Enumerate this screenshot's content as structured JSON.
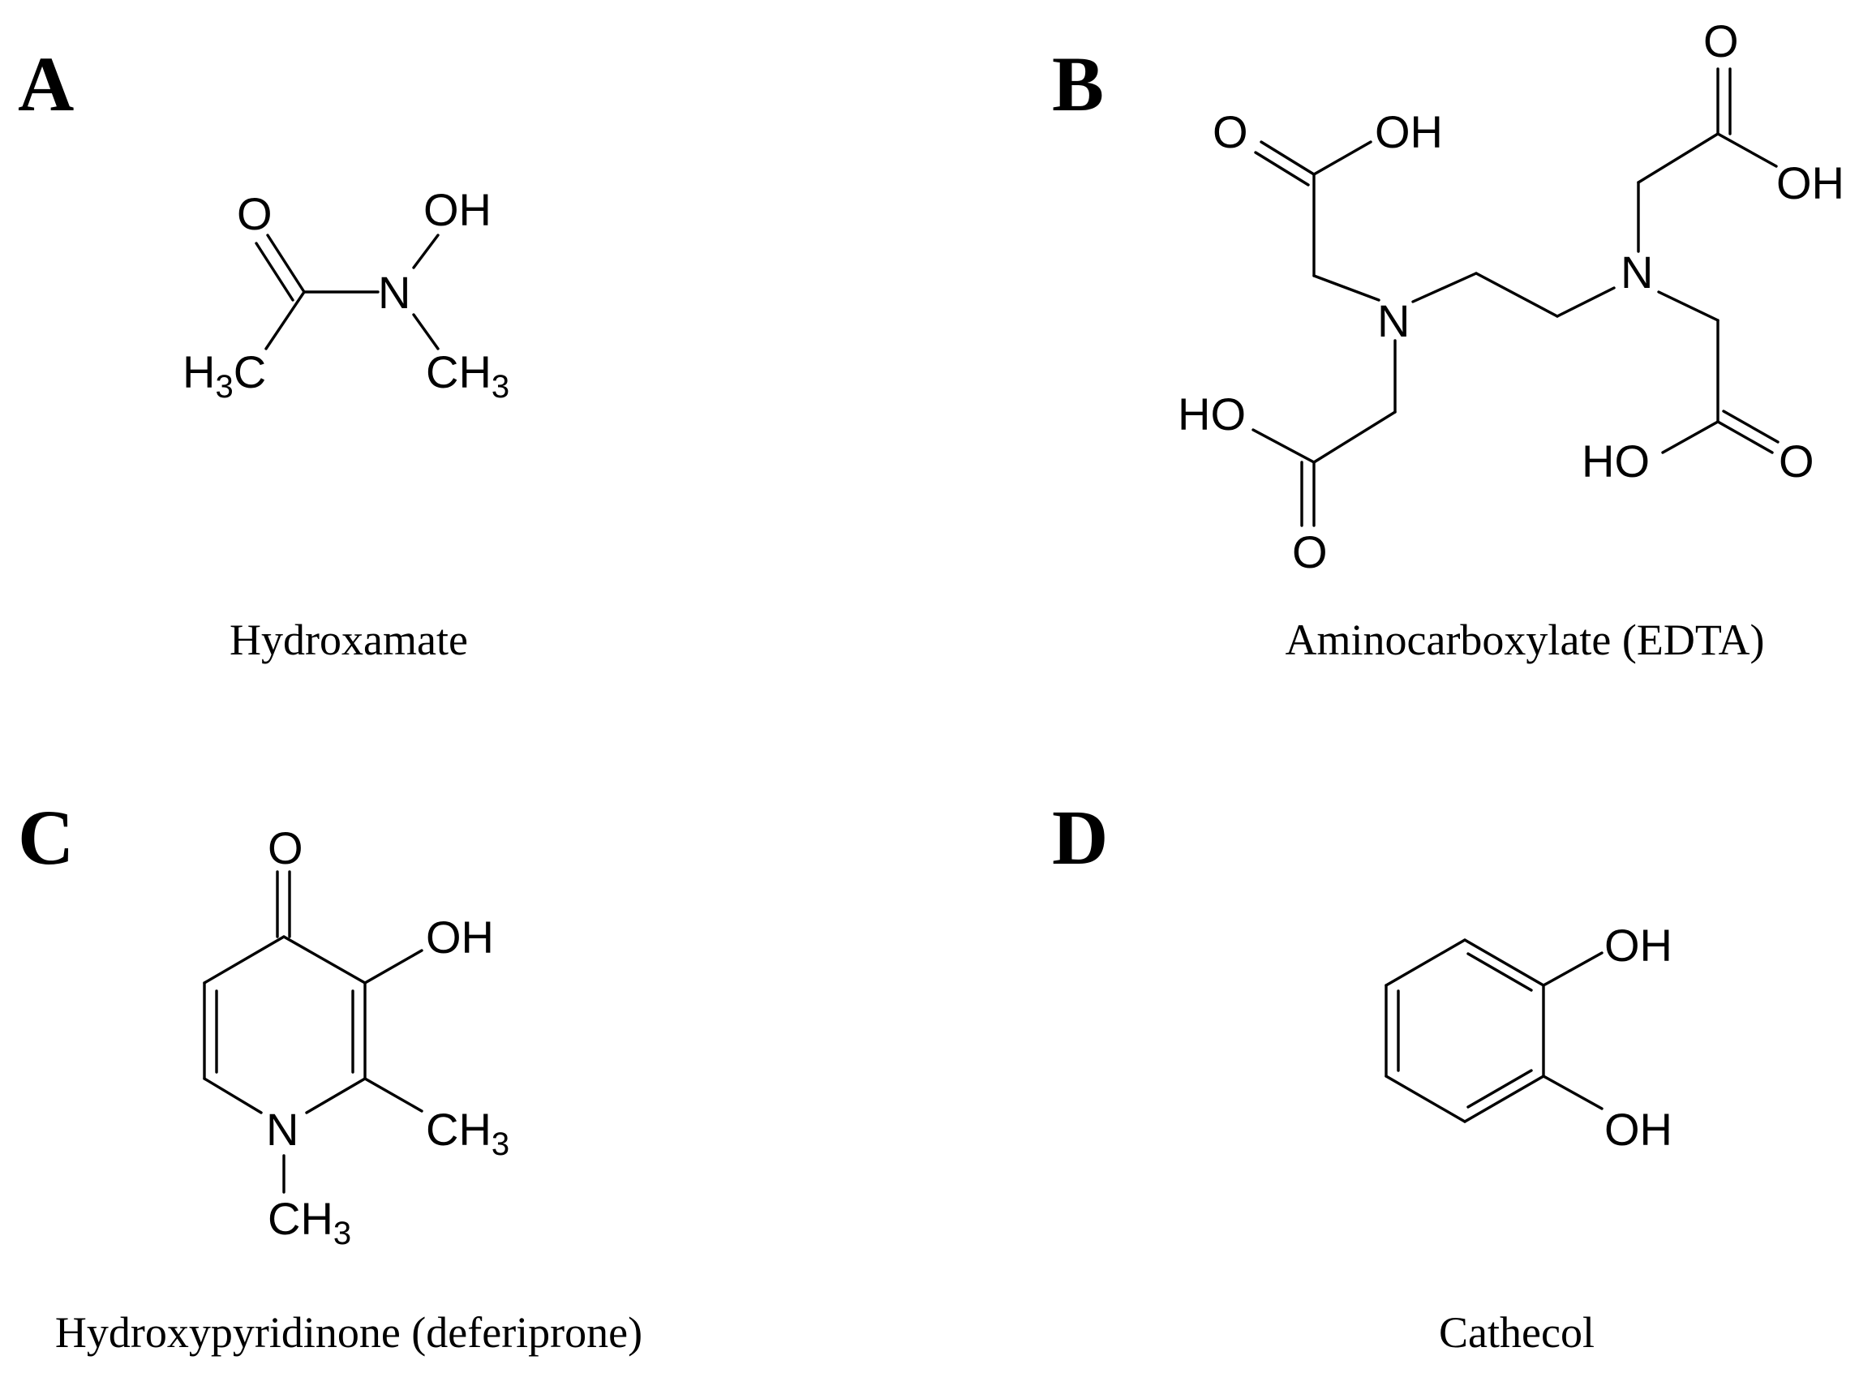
{
  "panels": {
    "a": {
      "letter": "A",
      "caption": "Hydroxamate"
    },
    "b": {
      "letter": "B",
      "caption": "Aminocarboxylate (EDTA)"
    },
    "c": {
      "letter": "C",
      "caption": "Hydroxypyridinone (deferiprone)"
    },
    "d": {
      "letter": "D",
      "caption": "Cathecol"
    }
  },
  "atoms": {
    "o": "O",
    "oh": "OH",
    "ho": "HO",
    "n": "N",
    "c": "C",
    "h": "H",
    "ch": "CH",
    "three": "3"
  }
}
